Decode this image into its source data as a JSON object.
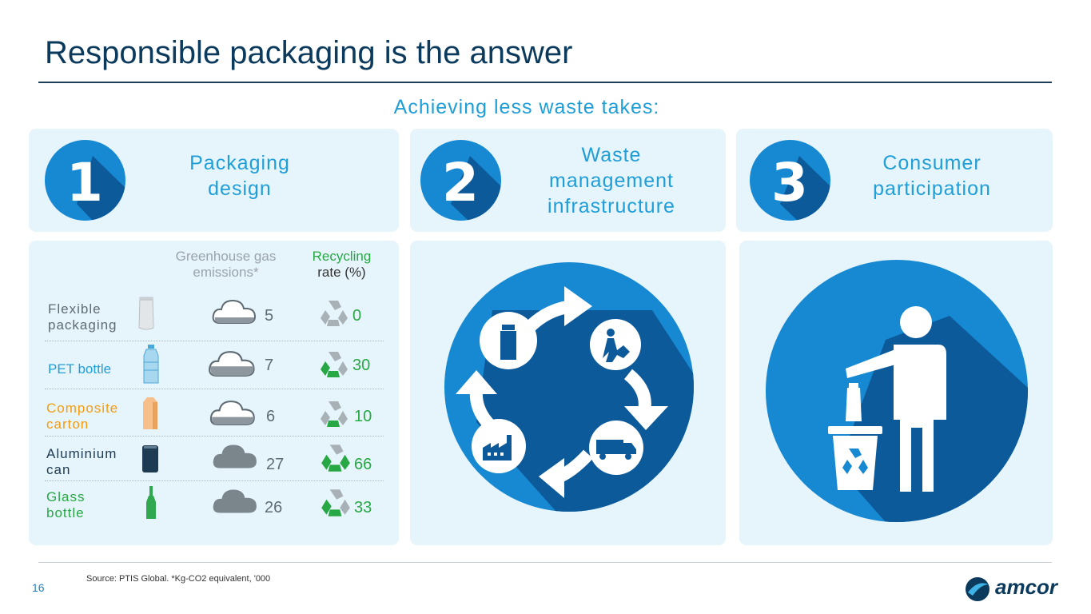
{
  "header": {
    "title": "Responsible packaging is the answer",
    "subtitle": "Achieving less waste takes:"
  },
  "steps": [
    {
      "number": "1",
      "label_lines": [
        "Packaging",
        "design"
      ]
    },
    {
      "number": "2",
      "label_lines": [
        "Waste",
        "management",
        "infrastructure"
      ]
    },
    {
      "number": "3",
      "label_lines": [
        "Consumer",
        "participation"
      ]
    }
  ],
  "table": {
    "ghg_header_lines": [
      "Greenhouse gas",
      "emissions*"
    ],
    "recycling_header_lines": [
      "Recycling",
      "rate (%)"
    ],
    "rows": [
      {
        "label_lines": [
          "Flexible",
          "packaging"
        ],
        "ghg": "5",
        "recycling": "0",
        "label_color": "#5f6b72"
      },
      {
        "label_lines": [
          "PET bottle"
        ],
        "ghg": "7",
        "recycling": "30",
        "label_color": "#1f9ed8"
      },
      {
        "label_lines": [
          "Composite",
          "carton"
        ],
        "ghg": "6",
        "recycling": "10",
        "label_color": "#f39c12"
      },
      {
        "label_lines": [
          "Aluminium",
          "can"
        ],
        "ghg": "27",
        "recycling": "66",
        "label_color": "#1d3b52"
      },
      {
        "label_lines": [
          "Glass",
          "bottle"
        ],
        "ghg": "26",
        "recycling": "33",
        "label_color": "#28a745"
      }
    ]
  },
  "footer": {
    "source": "Source: PTIS Global. *Kg-CO2 equivalent, '000",
    "page_number": "16",
    "logo_text": "amcor"
  },
  "icons": {
    "step_circles": "number-circle",
    "cycle": "recycling-cycle-illustration",
    "consumer": "person-throwing-bottle-in-recycle-bin",
    "cloud": "cloud-icon",
    "recycle": "recycle-icon"
  },
  "colors": {
    "title": "#0b3a5c",
    "accent_blue": "#1f9ed8",
    "circle_blue": "#1689d2",
    "panel_bg": "#e6f4fb",
    "green": "#28a745"
  }
}
